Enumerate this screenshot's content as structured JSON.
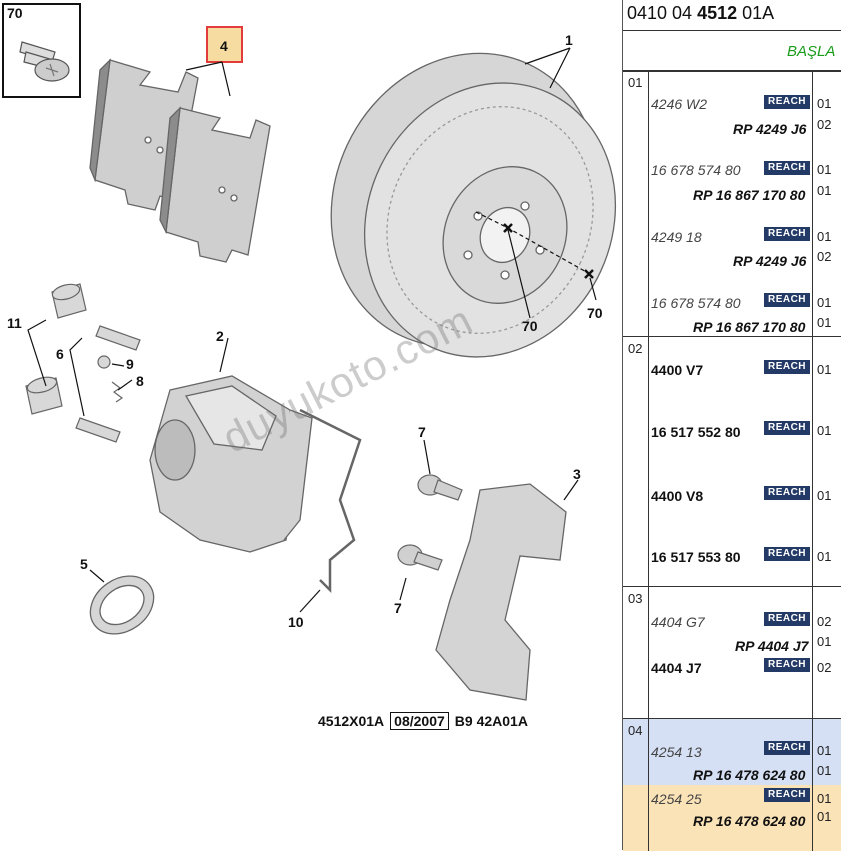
{
  "diagram": {
    "labels": {
      "l70a": "70",
      "l4": "4",
      "l1": "1",
      "l70b": "70",
      "l70c": "70",
      "l11": "11",
      "l2": "2",
      "l6": "6",
      "l9": "9",
      "l8": "8",
      "l7a": "7",
      "l3": "3",
      "l5": "5",
      "l7b": "7",
      "l10": "10"
    },
    "watermark": "duyukoto.com",
    "caption": {
      "code": "4512X01A",
      "date": "08/2007",
      "ref": "B9 42A01A"
    }
  },
  "panel": {
    "ref_pre": "0410 04 ",
    "ref_bold": "4512",
    "ref_post": " 01A",
    "header_text": "BAŞLA",
    "reach_label": "REACH",
    "rows": [
      {
        "num": "01",
        "items": [
          {
            "pn": "4246 W2",
            "rp": "RP 4249 J6",
            "q": [
              "01",
              "02"
            ]
          },
          {
            "pn": "16 678 574 80",
            "rp": "RP 16 867 170 80",
            "q": [
              "01",
              "01"
            ]
          },
          {
            "pn": "4249 18",
            "rp": "RP 4249 J6",
            "q": [
              "01",
              "02"
            ]
          },
          {
            "pn": "16 678 574 80",
            "rp": "RP 16 867 170 80",
            "q": [
              "01",
              "01"
            ]
          }
        ]
      },
      {
        "num": "02",
        "items": [
          {
            "pn": "4400 V7",
            "q": [
              "01"
            ]
          },
          {
            "pn": "16 517 552 80",
            "q": [
              "01"
            ]
          },
          {
            "pn": "4400 V8",
            "q": [
              "01"
            ]
          },
          {
            "pn": "16 517 553 80",
            "q": [
              "01"
            ]
          }
        ]
      },
      {
        "num": "03",
        "items": [
          {
            "pn": "4404 G7",
            "rp": "RP 4404 J7",
            "q": [
              "02",
              "01"
            ]
          },
          {
            "pn": "4404 J7",
            "q": [
              "02"
            ]
          }
        ]
      },
      {
        "num": "04",
        "items": [
          {
            "pn": "4254 13",
            "rp": "RP 16 478 624 80",
            "q": [
              "01",
              "01"
            ]
          },
          {
            "pn": "4254 25",
            "rp": "RP 16 478 624 80",
            "q": [
              "01",
              "01"
            ]
          }
        ]
      }
    ]
  },
  "colors": {
    "reach_bg": "#233a66",
    "row4_a": "#d6e0f5",
    "row4_b": "#fbe3b8",
    "highlight_box": "#e23b3b",
    "highlight_fill": "#f6dca0",
    "header_green": "#1a9c1a"
  }
}
